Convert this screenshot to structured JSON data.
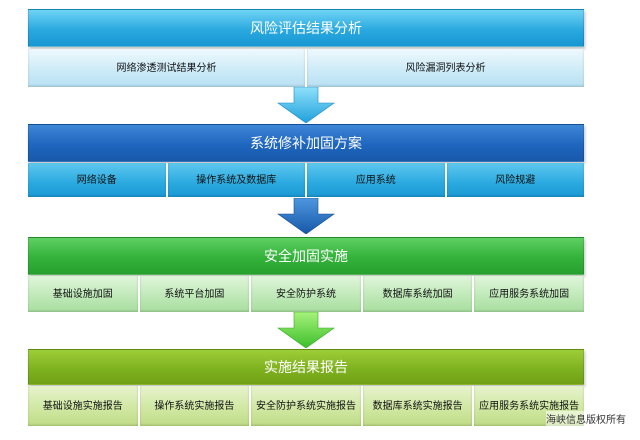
{
  "stages": [
    {
      "title": "风险评估结果分析",
      "items": [
        "网络渗透测试结果分析",
        "风险漏洞列表分析"
      ]
    },
    {
      "title": "系统修补加固方案",
      "items": [
        "网络设备",
        "操作系统及数据库",
        "应用系统",
        "风险规避"
      ]
    },
    {
      "title": "安全加固实施",
      "items": [
        "基础设施加固",
        "系统平台加固",
        "安全防护系统",
        "数据库系统加固",
        "应用服务系统加固"
      ]
    },
    {
      "title": "实施结果报告",
      "items": [
        "基础设施实施报告",
        "操作系统实施报告",
        "安全防护系统实施报告",
        "数据库系统实施报告",
        "应用服务系统实施报告"
      ]
    }
  ],
  "watermark": "海峡信息版权所有",
  "colors": {
    "stage1": "#2aa9e0",
    "stage2": "#1f66bf",
    "stage3": "#33b23a",
    "stage4": "#7fb21f"
  }
}
